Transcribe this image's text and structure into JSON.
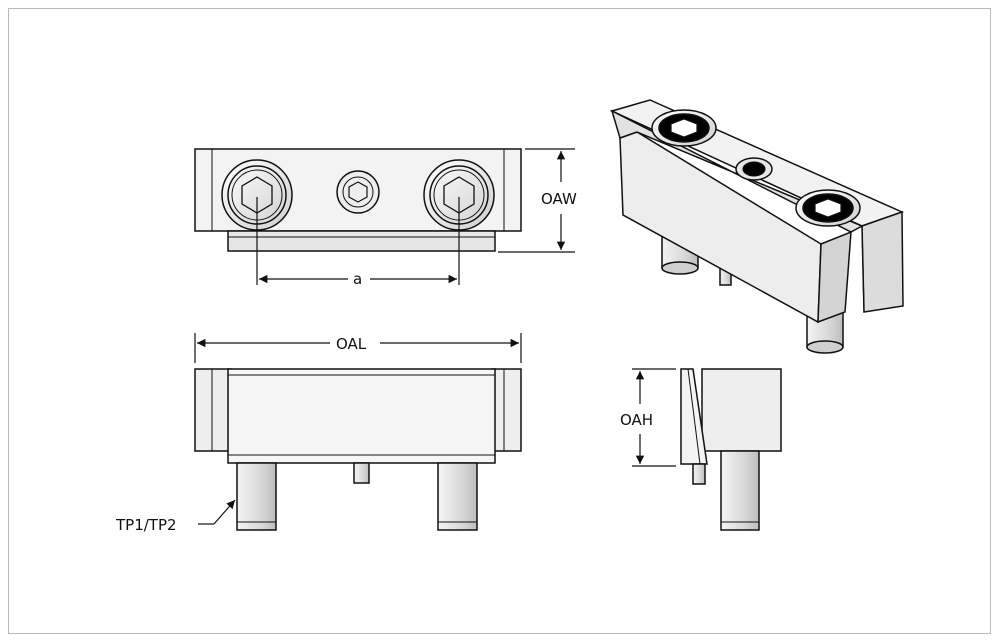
{
  "labels": {
    "oaw": "OAW",
    "a": "a",
    "oal": "OAL",
    "oah": "OAH",
    "tp": "TP1/TP2"
  },
  "colors": {
    "line": "#111111",
    "face_light": "#f6f6f6",
    "face_mid": "#e3e3e3",
    "face_dark": "#cfcfcf",
    "frame": "#b9b9b9"
  }
}
